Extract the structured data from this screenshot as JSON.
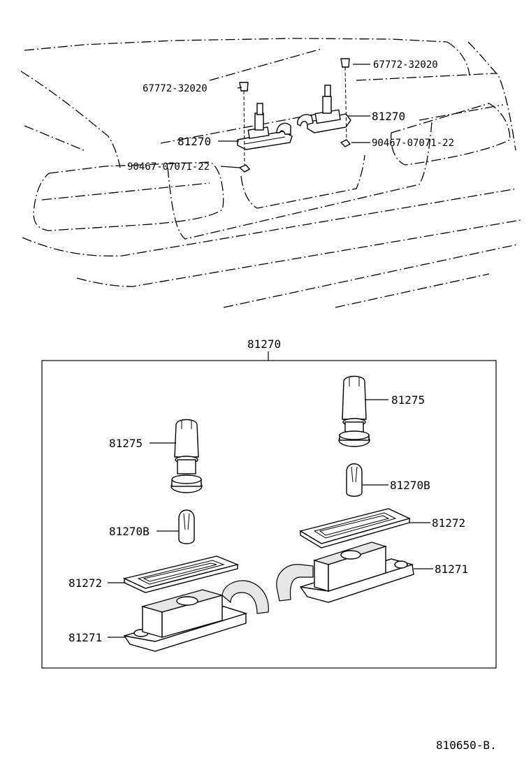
{
  "labels": {
    "clip_right": "67772-32020",
    "clip_left": "67772-32020",
    "lamp_right_top": "81270",
    "lamp_left_top": "81270",
    "nut_right": "90467-07071-22",
    "nut_left": "90467-07071-22",
    "assembly": "81270",
    "socket_right": "81275",
    "socket_left": "81275",
    "bulb_right": "81270B",
    "bulb_left": "81270B",
    "lens_right": "81272",
    "lens_left": "81272",
    "housing_right": "81271",
    "housing_left": "81271",
    "figure_code": "810650-B."
  }
}
